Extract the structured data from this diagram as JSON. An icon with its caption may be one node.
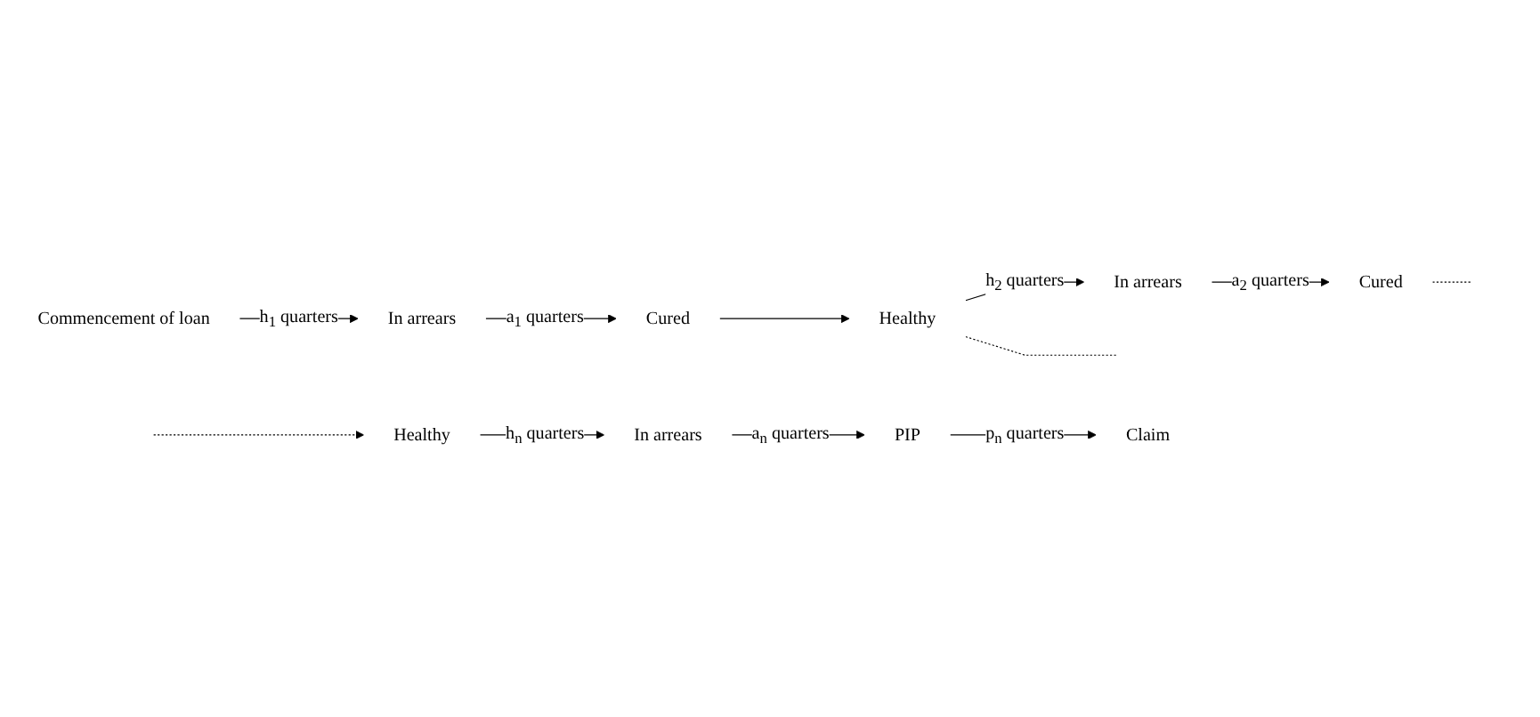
{
  "diagram": {
    "nodes": [
      {
        "text": [
          "Commencement of loan"
        ]
      },
      {
        "text": [
          "In arrears"
        ]
      },
      {
        "text": [
          "Cured"
        ]
      },
      {
        "text": [
          "Healthy"
        ]
      },
      {
        "text": [
          "In arrears"
        ]
      },
      {
        "text": [
          "Cured"
        ]
      },
      {
        "text": [
          "Healthy"
        ]
      },
      {
        "text": [
          "In arrears"
        ]
      },
      {
        "text": [
          "PIP"
        ]
      },
      {
        "text": [
          "Claim"
        ]
      }
    ],
    "edges": [
      {
        "from": 0,
        "to": 1,
        "arrow": "to",
        "label": "h$_{1}$ quarters"
      },
      {
        "from": 1,
        "to": 2,
        "arrow": "to",
        "label": "a$_{1}$ quarters"
      },
      {
        "from": 2,
        "to": 3,
        "arrow": "to"
      },
      {
        "from": 3,
        "to": 4,
        "arrow": "to",
        "label": "h$_{2}$ quarters"
      },
      {
        "from": 4,
        "to": 5,
        "arrow": "to",
        "label": "a$_{2}$ quarters"
      },
      {
        "from": 3,
        "to": null,
        "arrow": "none",
        "style": "dashed"
      },
      {
        "from": 5,
        "to": null,
        "arrow": "none",
        "style": "dashed"
      },
      {
        "from": null,
        "to": 6,
        "arrow": "to",
        "style": "dashed"
      },
      {
        "from": 6,
        "to": 7,
        "arrow": "to",
        "label": "h$_{n}$ quarters"
      },
      {
        "from": 7,
        "to": 8,
        "arrow": "to",
        "label": "a$_{n}$ quarters"
      },
      {
        "from": 8,
        "to": 9,
        "arrow": "to",
        "label": "p$_{n}$ quarters"
      }
    ]
  }
}
